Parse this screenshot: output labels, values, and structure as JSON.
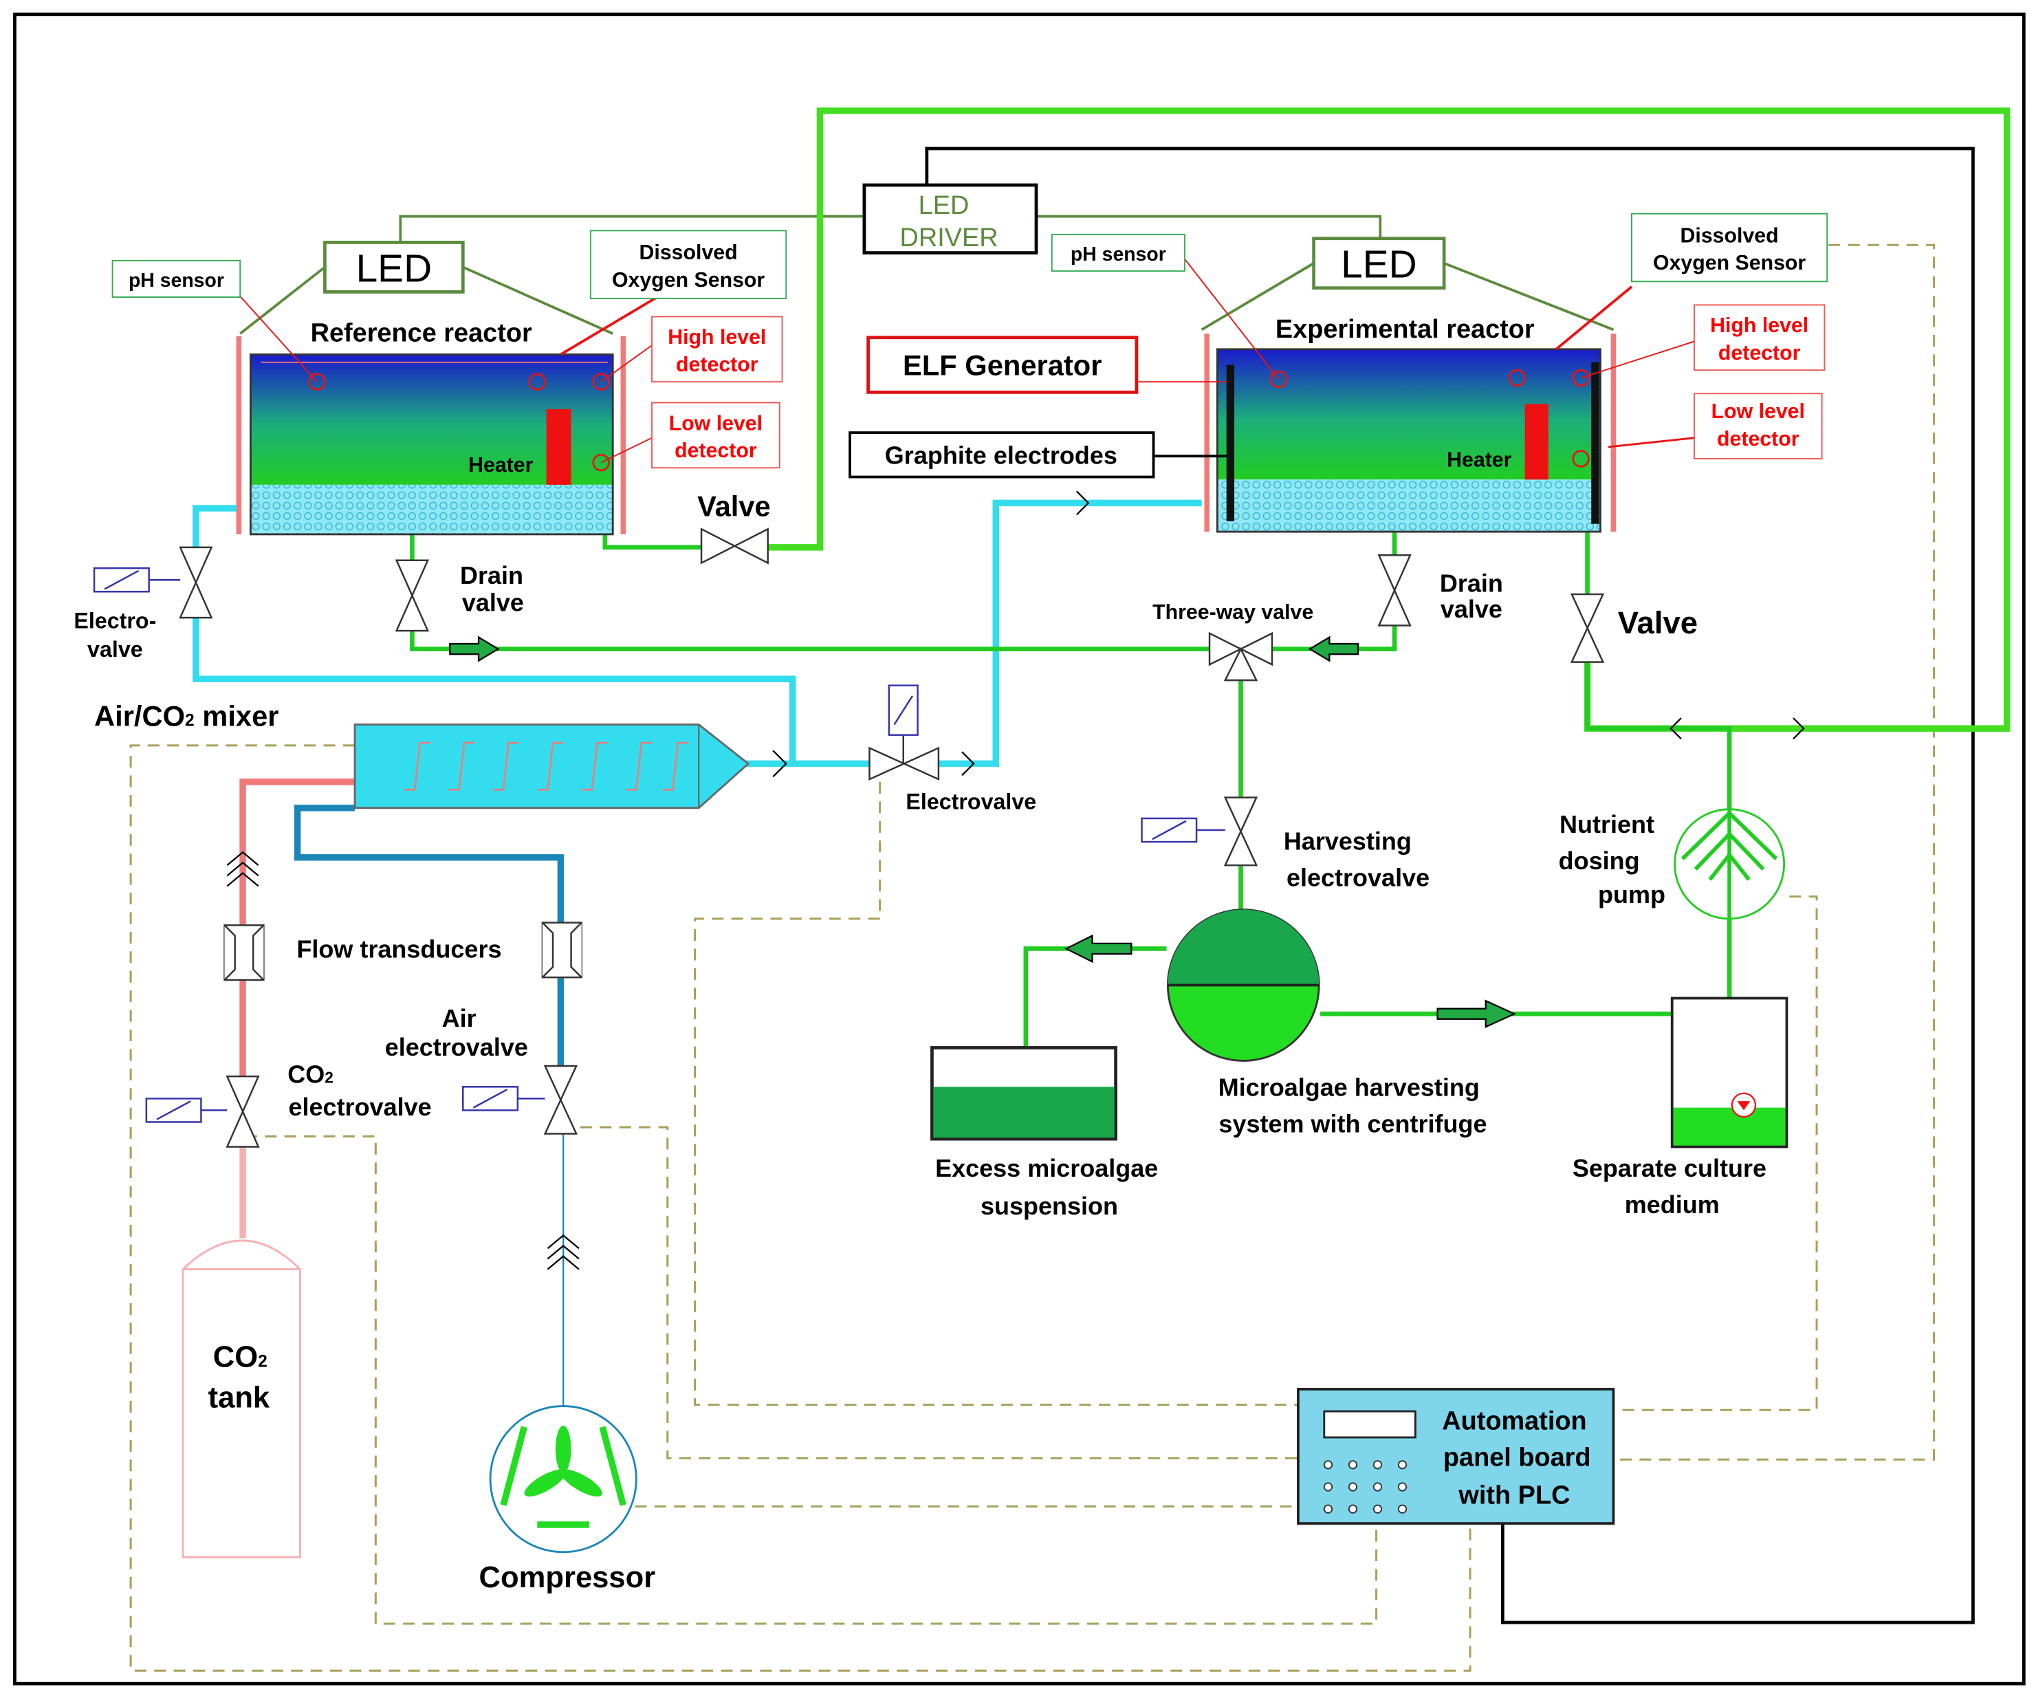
{
  "labels": {
    "led_left": "LED",
    "led_right": "LED",
    "led_driver_1": "LED",
    "led_driver_2": "DRIVER",
    "ph_sensor_left": "pH sensor",
    "ph_sensor_right": "pH sensor",
    "do_left_1": "Dissolved",
    "do_left_2": "Oxygen Sensor",
    "do_right_1": "Dissolved",
    "do_right_2": "Oxygen Sensor",
    "reference_reactor": "Reference reactor",
    "experimental_reactor": "Experimental reactor",
    "high_left_1": "High level",
    "high_left_2": "detector",
    "low_left_1": "Low level",
    "low_left_2": "detector",
    "high_right_1": "High level",
    "high_right_2": "detector",
    "low_right_1": "Low level",
    "low_right_2": "detector",
    "heater_left": "Heater",
    "heater_right": "Heater",
    "elf_generator": "ELF Generator",
    "graphite_electrodes": "Graphite electrodes",
    "valve_top": "Valve",
    "valve_right": "Valve",
    "electro_valve_1": "Electro-",
    "electro_valve_2": "valve",
    "drain_left_1": "Drain",
    "drain_left_2": "valve",
    "drain_right_1": "Drain",
    "drain_right_2": "valve",
    "three_way_valve": "Three-way valve",
    "air_co2_mixer_a": "Air/CO",
    "air_co2_mixer_sub": "2",
    "air_co2_mixer_b": " mixer",
    "electrovalve_mid": "Electrovalve",
    "harvesting_1": "Harvesting",
    "harvesting_2": "electrovalve",
    "nutrient_1": "Nutrient",
    "nutrient_2": "dosing",
    "nutrient_3": "pump",
    "flow_transducers": "Flow transducers",
    "air_electrovalve_1": "Air",
    "air_electrovalve_2": "electrovalve",
    "co2_electrovalve_a": "CO",
    "co2_electrovalve_sub": "2",
    "co2_electrovalve_2": "electrovalve",
    "microalgae_1": "Microalgae harvesting",
    "microalgae_2": "system with centrifuge",
    "excess_1": "Excess microalgae",
    "excess_2": "suspension",
    "separate_1": "Separate culture",
    "separate_2": "medium",
    "co2_tank_a": "CO",
    "co2_tank_sub": "2",
    "co2_tank_2": "tank",
    "compressor": "Compressor",
    "plc_1": "Automation",
    "plc_2": "panel board",
    "plc_3": "with PLC"
  },
  "colors": {
    "culture_green": "#22cc22",
    "signal_green": "#44dd22",
    "gas_cyan": "#33ddee",
    "air_blue": "#1a86b8",
    "co2_pink": "#f07a7a",
    "control_dashed": "#a8a05a",
    "led_wire": "#5b8a3c",
    "plc_panel": "#7fd6ea",
    "reactor_wall": "#f07a7a"
  }
}
